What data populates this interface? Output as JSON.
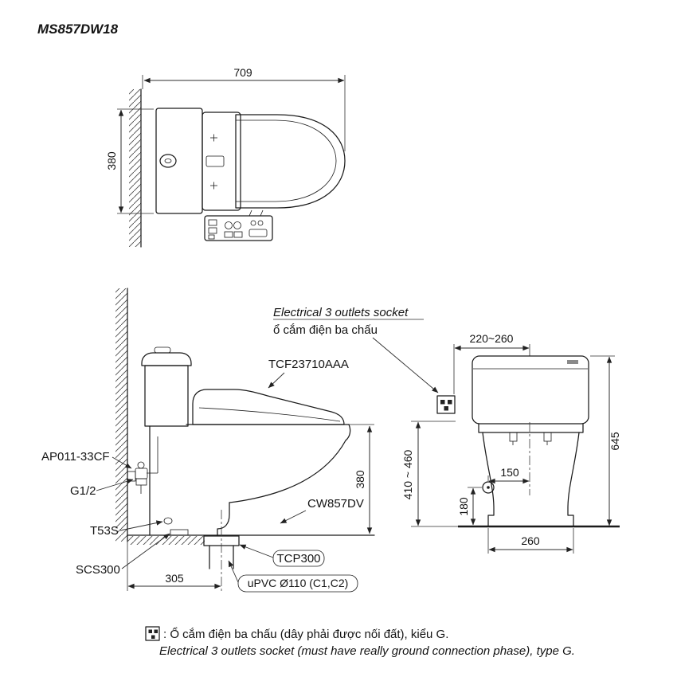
{
  "title": "MS857DW18",
  "top_view": {
    "dim_width": "709",
    "dim_depth": "380"
  },
  "side_view": {
    "socket_note_en": "Electrical 3 outlets socket",
    "socket_note_vi": "ổ cắm điện ba chấu",
    "part_seat": "TCF23710AAA",
    "part_stop_valve": "AP011-33CF",
    "part_thread": "G1/2",
    "part_bolt_cap": "T53S",
    "part_flange": "SCS300",
    "part_bowl": "CW857DV",
    "part_connector": "TCP300",
    "part_pipe": "uPVC Ø110 (C1,C2)",
    "dim_rim_height": "380",
    "dim_rough_in": "305"
  },
  "front_view": {
    "dim_socket_offset": "220~260",
    "dim_total_height": "645",
    "dim_socket_height": "410 ~ 460",
    "dim_supply_offset": "150",
    "dim_supply_height": "180",
    "dim_base_width": "260"
  },
  "footnote": {
    "vi": ": Ổ cắm điện ba chấu (dây phải được nối đất), kiểu G.",
    "en": "Electrical 3 outlets socket (must have really ground connection phase), type G."
  }
}
